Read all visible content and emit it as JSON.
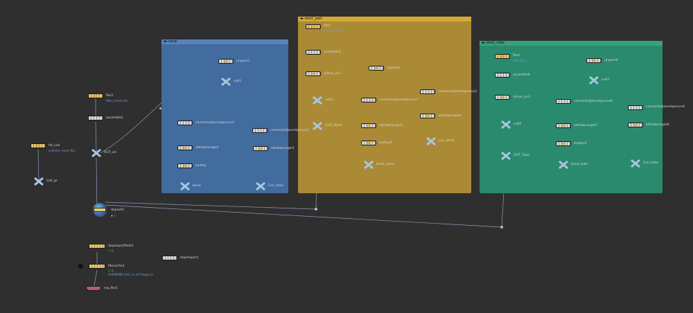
{
  "colors": {
    "background": "#2f2f2f",
    "box_blue": "#426b9e",
    "box_gold": "#ab8a36",
    "box_teal": "#2a8a6e",
    "wire": "#8d9fbf"
  },
  "boxes": {
    "blue": {
      "title": "canal"
    },
    "gold": {
      "title": "stent_part"
    },
    "teal": {
      "title": "stent_tube"
    }
  },
  "nodes": {
    "hit_coll": {
      "label": "hit_coll",
      "sub": "collision_mesh.fbx"
    },
    "coll_gr": {
      "label": "Coll_gr"
    },
    "file3": {
      "label": "file3",
      "sub": "Main_mesh.fbx"
    },
    "assemble1": {
      "label": "assemble1"
    },
    "out_ori": {
      "label": "OUT_ori"
    },
    "dopnet1": {
      "label": "dopnet1"
    },
    "dopimportfield1": {
      "label": "dopimportfield1"
    },
    "filecache1": {
      "label": "filecache1",
      "sub": "$HIPNAME.$OS_v1.$F4.bgeo.sc"
    },
    "rop_fbx1": {
      "label": "rop_fbx1"
    },
    "dopimport1": {
      "label": "dopimport1"
    },
    "unpack1": {
      "label": "unpack1"
    },
    "null1": {
      "label": "null1"
    },
    "connectadjacentpieces2": {
      "label": "connectadjacentpieces2"
    },
    "connectadjacentpieces1": {
      "label": "connectadjacentpieces1"
    },
    "attribwrangle2": {
      "label": "attribwrangle2"
    },
    "attribwrangle1": {
      "label": "attribwrangle1"
    },
    "badtoy": {
      "label": "badtoy"
    },
    "bend": {
      "label": "bend"
    },
    "con_stick": {
      "label": "Con_stick"
    },
    "file1": {
      "label": "file1",
      "sub": "stent_part.fbx"
    },
    "assemble3": {
      "label": "assemble3"
    },
    "active_on1": {
      "label": "active_on1"
    },
    "unpack3": {
      "label": "unpack3"
    },
    "null3": {
      "label": "null3"
    },
    "connectadjacentpieces7": {
      "label": "connectadjacentpieces7"
    },
    "connectadjacentpieces3": {
      "label": "connectadjacentpieces3"
    },
    "out_stent": {
      "label": "OUT_Stent"
    },
    "attribwrangle5": {
      "label": "attribwrangle5"
    },
    "attribwrangle4": {
      "label": "attribwrangle4"
    },
    "badtoy3": {
      "label": "badtoy3"
    },
    "con_stent": {
      "label": "con_stent"
    },
    "bend_stent": {
      "label": "bend_stent"
    },
    "file4": {
      "label": "file4",
      "sub": "tube.fbx"
    },
    "assemble6": {
      "label": "assemble6"
    },
    "unpack5": {
      "label": "unpack5"
    },
    "active_on3": {
      "label": "active_on3"
    },
    "null7": {
      "label": "null7"
    },
    "connectadjacentpieces6": {
      "label": "connectadjacentpieces6"
    },
    "connectadjacentpieces4": {
      "label": "connectadjacentpieces4"
    },
    "null6": {
      "label": "null6"
    },
    "attribwrangle7": {
      "label": "attribwrangle7"
    },
    "attribwrangle6": {
      "label": "attribwrangle6"
    },
    "badtoy2": {
      "label": "badtoy2"
    },
    "out_tube": {
      "label": "OUT_Tube"
    },
    "bend_tube": {
      "label": "bend_tube"
    },
    "con_tube": {
      "label": "Con_tube"
    }
  }
}
